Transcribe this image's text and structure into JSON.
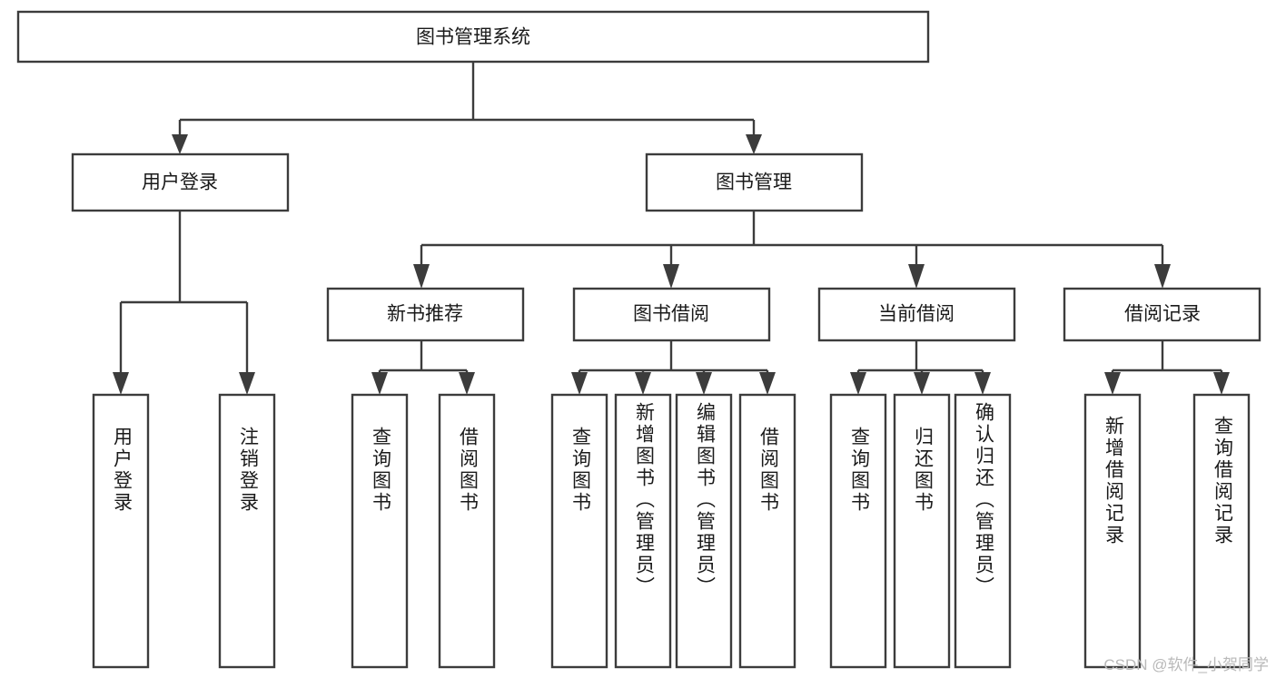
{
  "diagram": {
    "type": "tree-hierarchy",
    "orientation": "top-down",
    "colors": {
      "stroke": "#3c3c3c",
      "fill": "#ffffff",
      "text": "#1a1a1a",
      "background": "#ffffff",
      "watermark": "#b9b9b9"
    },
    "root": {
      "id": "root",
      "label": "图书管理系统"
    },
    "level2": [
      {
        "id": "user-login",
        "label": "用户登录"
      },
      {
        "id": "book-manage",
        "label": "图书管理"
      }
    ],
    "level3": [
      {
        "id": "new-book-recommend",
        "label": "新书推荐"
      },
      {
        "id": "book-borrow",
        "label": "图书借阅"
      },
      {
        "id": "current-borrow",
        "label": "当前借阅"
      },
      {
        "id": "borrow-record",
        "label": "借阅记录"
      }
    ],
    "leaves": {
      "user-login": [
        {
          "id": "leaf-user-login",
          "label": "用户登录"
        },
        {
          "id": "leaf-logout-login",
          "label": "注销登录"
        }
      ],
      "new-book-recommend": [
        {
          "id": "leaf-query-book-1",
          "label": "查询图书"
        },
        {
          "id": "leaf-borrow-book-1",
          "label": "借阅图书"
        }
      ],
      "book-borrow": [
        {
          "id": "leaf-query-book-2",
          "label": "查询图书"
        },
        {
          "id": "leaf-add-book",
          "label": "新增图书（管理员）"
        },
        {
          "id": "leaf-edit-book",
          "label": "编辑图书（管理员）"
        },
        {
          "id": "leaf-borrow-book-2",
          "label": "借阅图书"
        }
      ],
      "current-borrow": [
        {
          "id": "leaf-query-book-3",
          "label": "查询图书"
        },
        {
          "id": "leaf-return-book",
          "label": "归还图书"
        },
        {
          "id": "leaf-confirm-return",
          "label": "确认归还（管理员）"
        }
      ],
      "borrow-record": [
        {
          "id": "leaf-add-record",
          "label": "新增借阅记录"
        },
        {
          "id": "leaf-query-record",
          "label": "查询借阅记录"
        }
      ]
    }
  },
  "watermark": {
    "text": "CSDN @软件_小贺同学"
  }
}
